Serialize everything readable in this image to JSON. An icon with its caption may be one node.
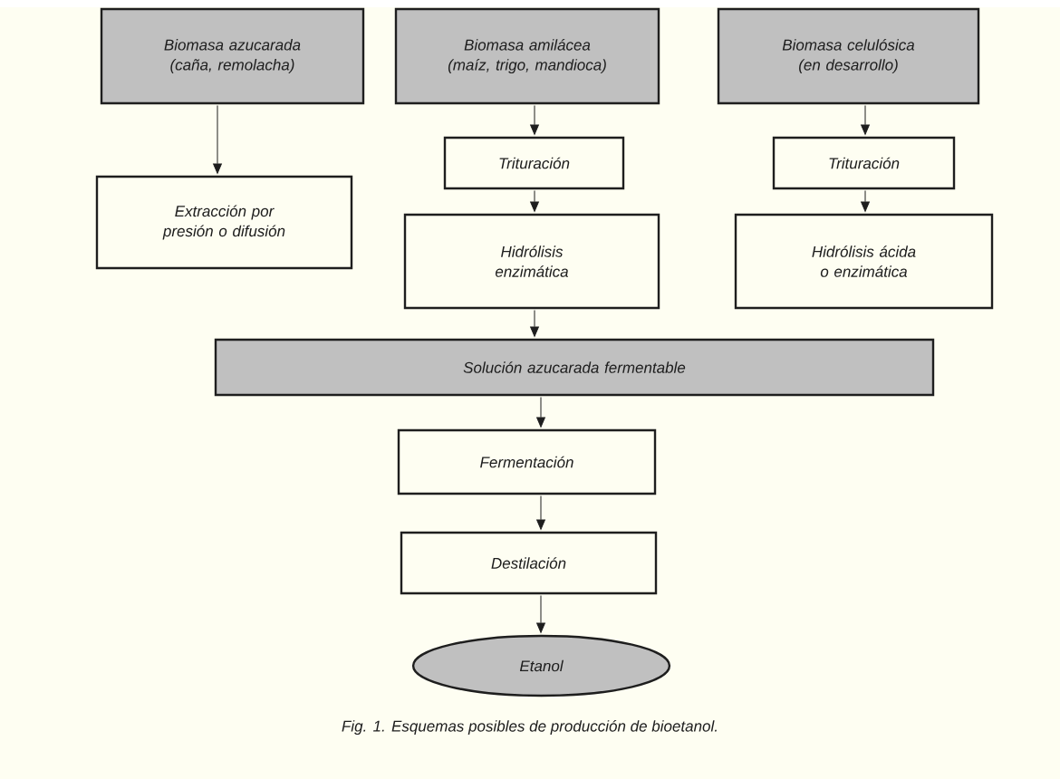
{
  "diagram": {
    "caption": "Fig. 1. Esquemas posibles de producción de bioetanol.",
    "nodes": [
      {
        "text": [
          "Biomasa azucarada (caña, remolacha)"
        ]
      },
      {
        "text": [
          "Biomasa amilácea (maíz, trigo, mandioca)"
        ]
      },
      {
        "text": [
          "Biomasa celulósica (en desarrollo)"
        ]
      },
      {
        "text": [
          "Extracción por presión o difusión"
        ]
      },
      {
        "text": [
          "Trituración"
        ]
      },
      {
        "text": [
          "Hidrólisis enzimática"
        ]
      },
      {
        "text": [
          "Trituración"
        ]
      },
      {
        "text": [
          "Hidrólisis ácida o enzimática"
        ]
      },
      {
        "text": [
          "Solución azucarada fermentable"
        ]
      },
      {
        "text": [
          "Fermentación"
        ]
      },
      {
        "text": [
          "Destilación"
        ]
      },
      {
        "text": [
          "Etanol"
        ]
      }
    ],
    "edges": [
      {
        "from": 0,
        "to": 3,
        "arrow": "to"
      },
      {
        "from": 1,
        "to": 4,
        "arrow": "to"
      },
      {
        "from": 4,
        "to": 5,
        "arrow": "to"
      },
      {
        "from": 2,
        "to": 6,
        "arrow": "to"
      },
      {
        "from": 6,
        "to": 7,
        "arrow": "to"
      },
      {
        "from": 5,
        "to": 8,
        "arrow": "to"
      },
      {
        "from": 8,
        "to": 9,
        "arrow": "to"
      },
      {
        "from": 9,
        "to": 10,
        "arrow": "to"
      },
      {
        "from": 10,
        "to": 11,
        "arrow": "to"
      }
    ]
  }
}
